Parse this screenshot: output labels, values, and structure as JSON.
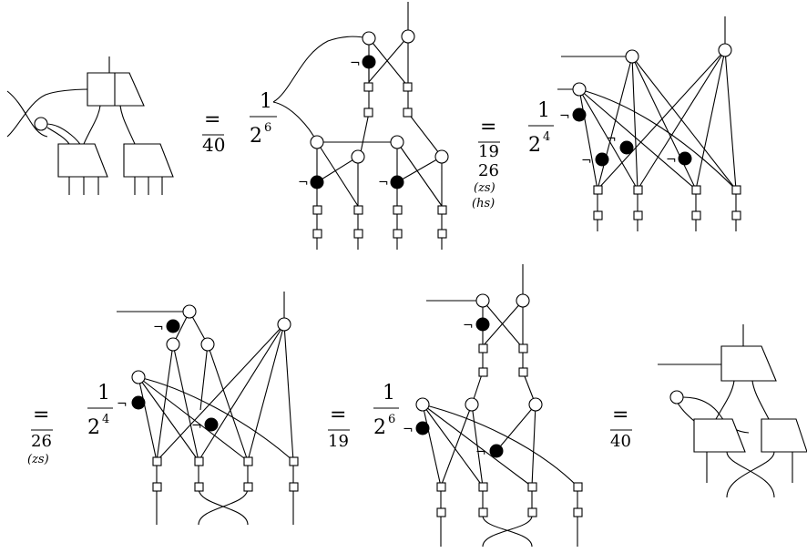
{
  "equations": [
    {
      "eq_sign": "=",
      "refs": [
        "40"
      ]
    },
    {
      "eq_sign": "=",
      "refs": [
        "19",
        "26",
        "(zs)",
        "(hs)"
      ]
    },
    {
      "eq_sign": "=",
      "refs": [
        "26",
        "(zs)"
      ]
    },
    {
      "eq_sign": "=",
      "refs": [
        "19"
      ]
    },
    {
      "eq_sign": "=",
      "refs": [
        "40"
      ]
    }
  ],
  "scalars": [
    {
      "num": "1",
      "den_base": "2",
      "den_exp": "6"
    },
    {
      "num": "1",
      "den_base": "2",
      "den_exp": "4"
    },
    {
      "num": "1",
      "den_base": "2",
      "den_exp": "4"
    },
    {
      "num": "1",
      "den_base": "2",
      "den_exp": "6"
    }
  ],
  "negation_symbol": "¬"
}
